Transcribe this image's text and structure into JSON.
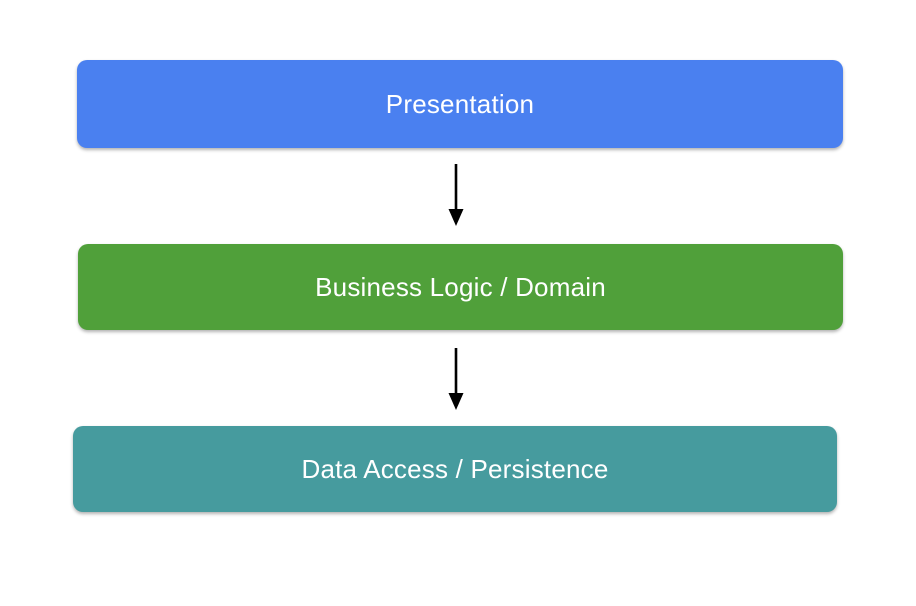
{
  "diagram": {
    "type": "layered-architecture",
    "background_color": "#ffffff",
    "text_color": "#ffffff",
    "arrow_color": "#000000",
    "layers": [
      {
        "id": "presentation",
        "label": "Presentation",
        "color": "#4a80f0"
      },
      {
        "id": "business-logic",
        "label": "Business Logic / Domain",
        "color": "#50a03a"
      },
      {
        "id": "data-access",
        "label": "Data Access / Persistence",
        "color": "#469b9e"
      }
    ],
    "arrows": [
      {
        "from": "presentation",
        "to": "business-logic",
        "direction": "down"
      },
      {
        "from": "business-logic",
        "to": "data-access",
        "direction": "down"
      }
    ]
  }
}
